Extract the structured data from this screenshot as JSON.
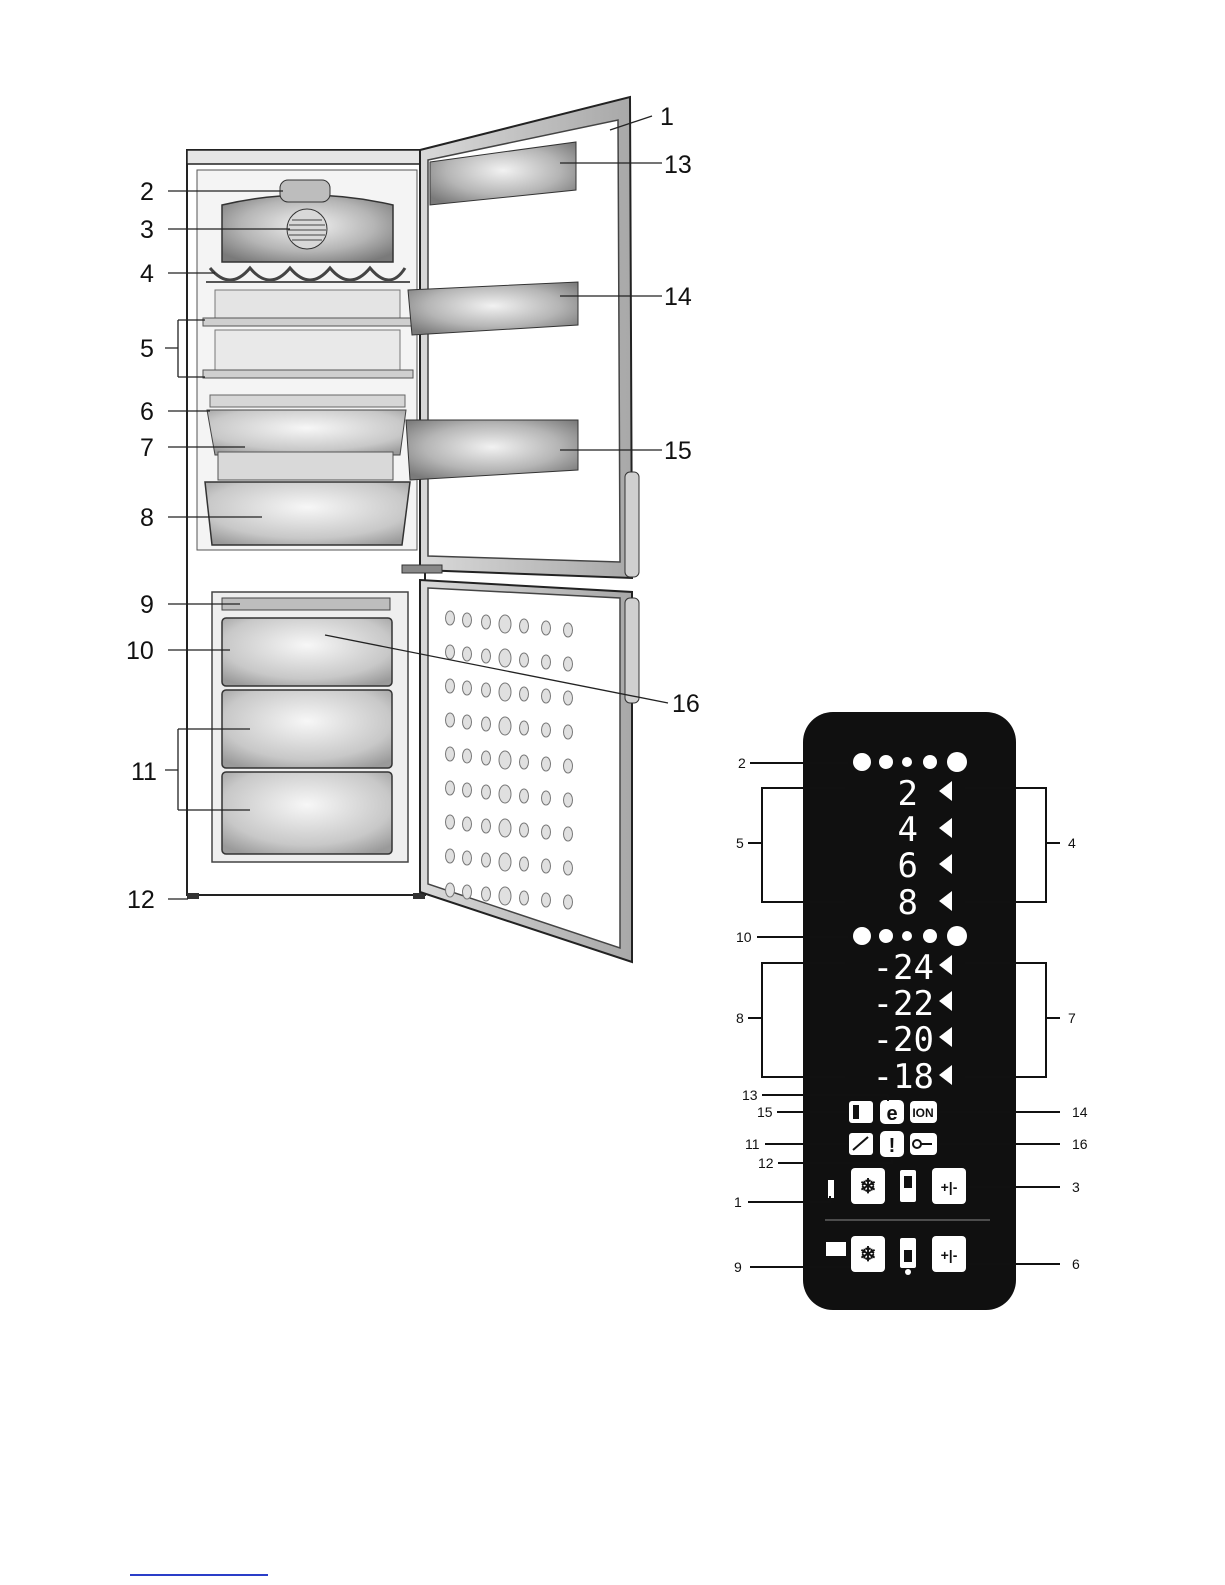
{
  "fridge": {
    "callouts": [
      "1",
      "2",
      "3",
      "4",
      "5",
      "6",
      "7",
      "8",
      "9",
      "10",
      "11",
      "12",
      "13",
      "14",
      "15",
      "16"
    ]
  },
  "panel": {
    "callouts": [
      "1",
      "2",
      "3",
      "4",
      "5",
      "6",
      "7",
      "8",
      "9",
      "10",
      "11",
      "12",
      "13",
      "14",
      "15",
      "16"
    ],
    "fridge_temps": [
      "2",
      "4",
      "6",
      "8"
    ],
    "freezer_temps": [
      "-24",
      "-22",
      "-20",
      "-18"
    ],
    "button_plus_minus": "+|-",
    "icons": [
      "snowflake-icon",
      "eco-icon",
      "ion-icon",
      "alarm-icon",
      "key-lock-icon",
      "vacation-icon",
      "fast-freeze-icon",
      "switch-off-icon"
    ]
  }
}
